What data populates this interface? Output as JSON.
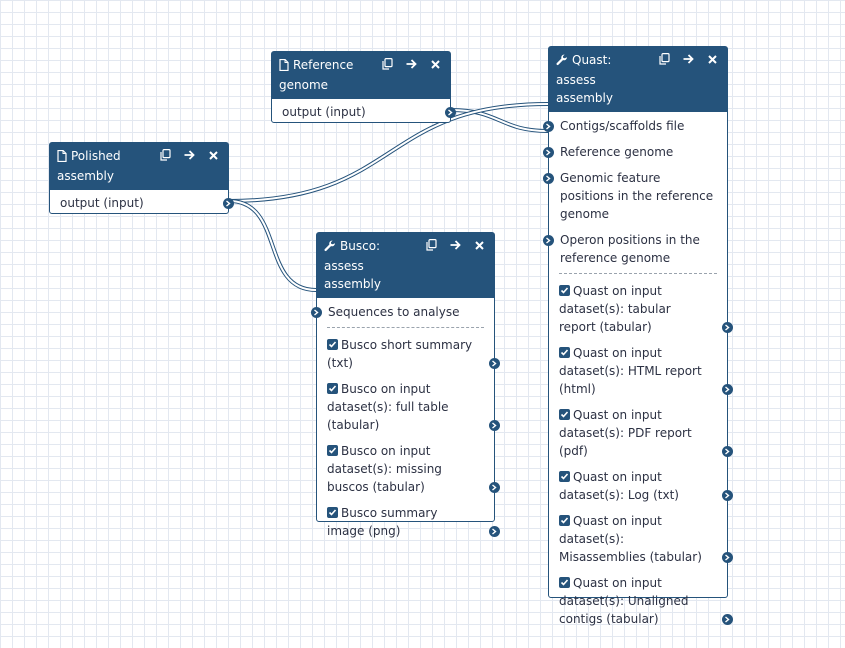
{
  "nodes": {
    "reference": {
      "title": "Reference genome",
      "output": "output (input)"
    },
    "polished": {
      "title": "Polished assembly",
      "output": "output (input)"
    },
    "busco": {
      "title": "Busco: assess assembly",
      "input": "Sequences to analyse",
      "outputs": [
        "Busco short summary (txt)",
        "Busco on input dataset(s): full table (tabular)",
        "Busco on input dataset(s): missing buscos (tabular)",
        "Busco summary image (png)"
      ]
    },
    "quast": {
      "title": "Quast: assess assembly",
      "inputs": [
        "Contigs/scaffolds file",
        "Reference genome",
        "Genomic feature positions in the reference genome",
        "Operon positions in the reference genome"
      ],
      "outputs": [
        "Quast on input dataset(s): tabular report (tabular)",
        "Quast on input dataset(s): HTML report (html)",
        "Quast on input dataset(s): PDF report (pdf)",
        "Quast on input dataset(s): Log (txt)",
        "Quast on input dataset(s): Misassemblies (tabular)",
        "Quast on input dataset(s): Unaligned contigs (tabular)"
      ]
    }
  },
  "icons": {
    "input_type": "file-icon",
    "tool_type": "wrench-icon",
    "actions": [
      "copy-icon",
      "arrow-right-icon",
      "close-icon"
    ]
  },
  "colors": {
    "node_header": "#25537b",
    "link": "#25537b",
    "grid": "#e3e8f0"
  }
}
